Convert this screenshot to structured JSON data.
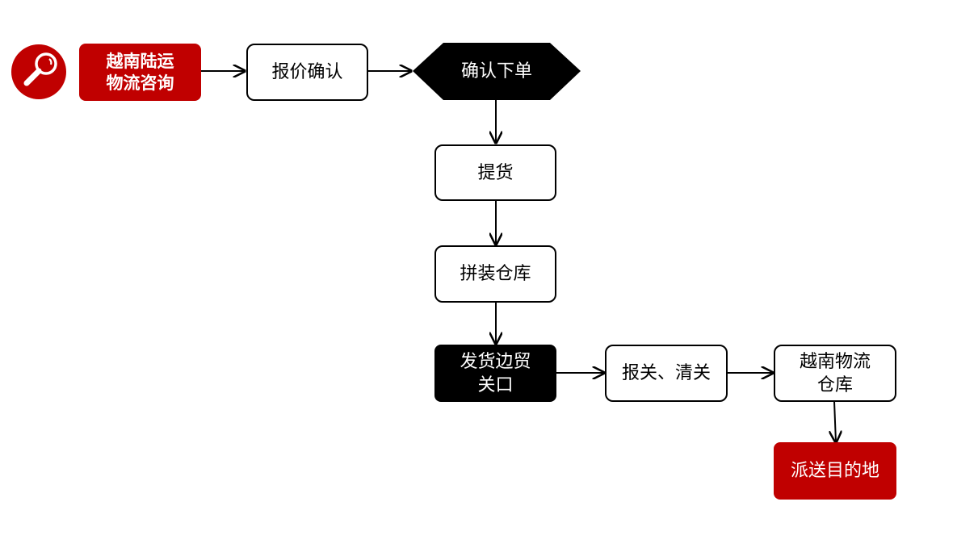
{
  "colors": {
    "accent_red": "#c00000",
    "dark": "#000000",
    "white": "#ffffff"
  },
  "start": {
    "icon": "magnifier-icon",
    "label": "越南陆运\n物流咨询"
  },
  "steps": {
    "quote_confirm": "报价确认",
    "place_order": "确认下单",
    "pickup": "提货",
    "consolidation_warehouse": "拼装仓库",
    "border_port": "发货边贸\n关口",
    "customs": "报关、清关",
    "vietnam_warehouse": "越南物流\n仓库",
    "delivery": "派送目的地"
  }
}
